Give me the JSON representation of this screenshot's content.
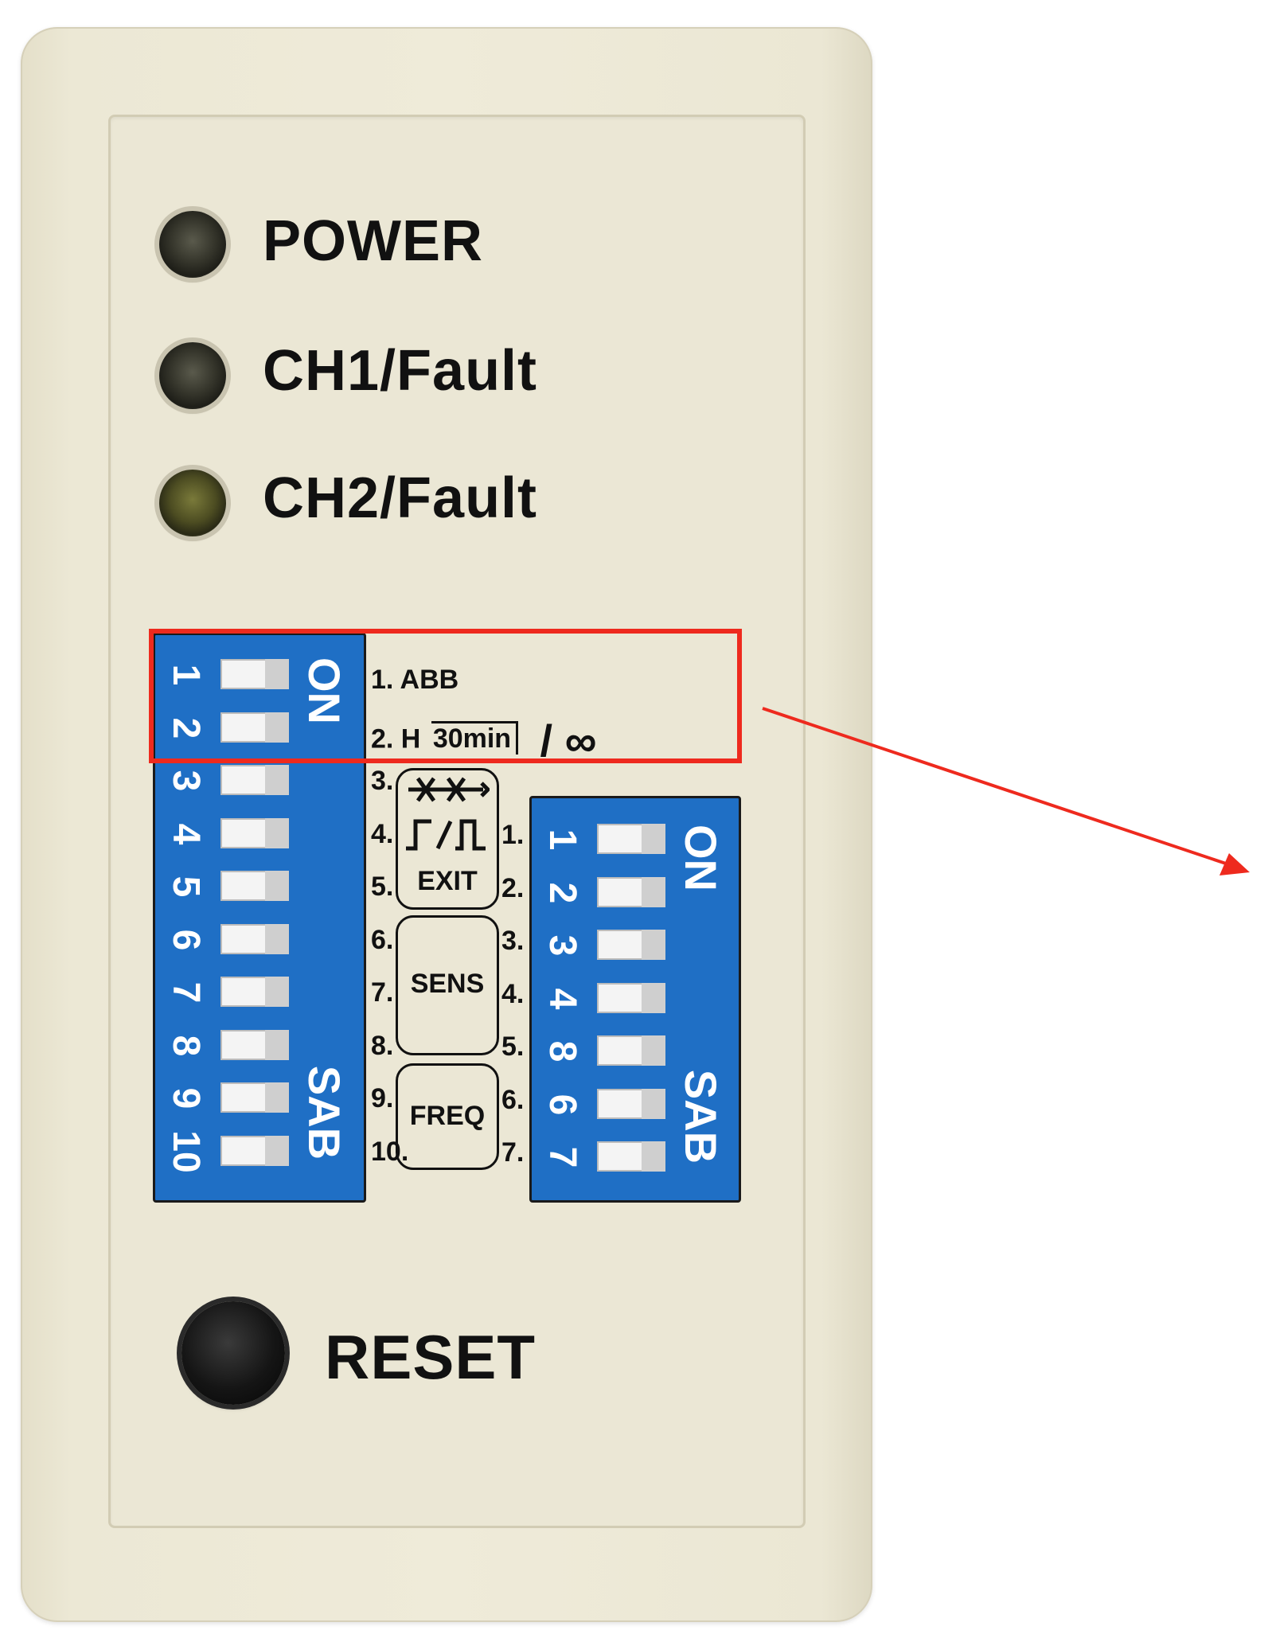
{
  "leds": [
    {
      "label": "POWER"
    },
    {
      "label": "CH1/Fault"
    },
    {
      "label": "CH2/Fault"
    }
  ],
  "dip_left": {
    "numbers": [
      "1",
      "2",
      "3",
      "4",
      "5",
      "6",
      "7",
      "8",
      "9",
      "10"
    ],
    "on_label": "ON",
    "sab_label": "SAB"
  },
  "dip_right": {
    "numbers": [
      "1",
      "2",
      "3",
      "4",
      "8",
      "6",
      "7"
    ],
    "on_label": "ON",
    "sab_label": "SAB"
  },
  "legend": {
    "row1": "1.  ABB",
    "row2_prefix": "2.  H",
    "row2_box": "30min",
    "row2_suffix": "/ ∞",
    "left_nums": [
      "3.",
      "4.",
      "5.",
      "6.",
      "7.",
      "8.",
      "9.",
      "10."
    ],
    "right_nums": [
      "1.",
      "2.",
      "3.",
      "4.",
      "5.",
      "6.",
      "7."
    ],
    "pulse_symbol": "⎍/⎍",
    "exit": "EXIT",
    "sens": "SENS",
    "freq": "FREQ"
  },
  "reset": {
    "label": "RESET"
  },
  "colors": {
    "dip_blue": "#1f6fc5",
    "highlight": "#ee2a1e",
    "housing": "#efebd9"
  }
}
